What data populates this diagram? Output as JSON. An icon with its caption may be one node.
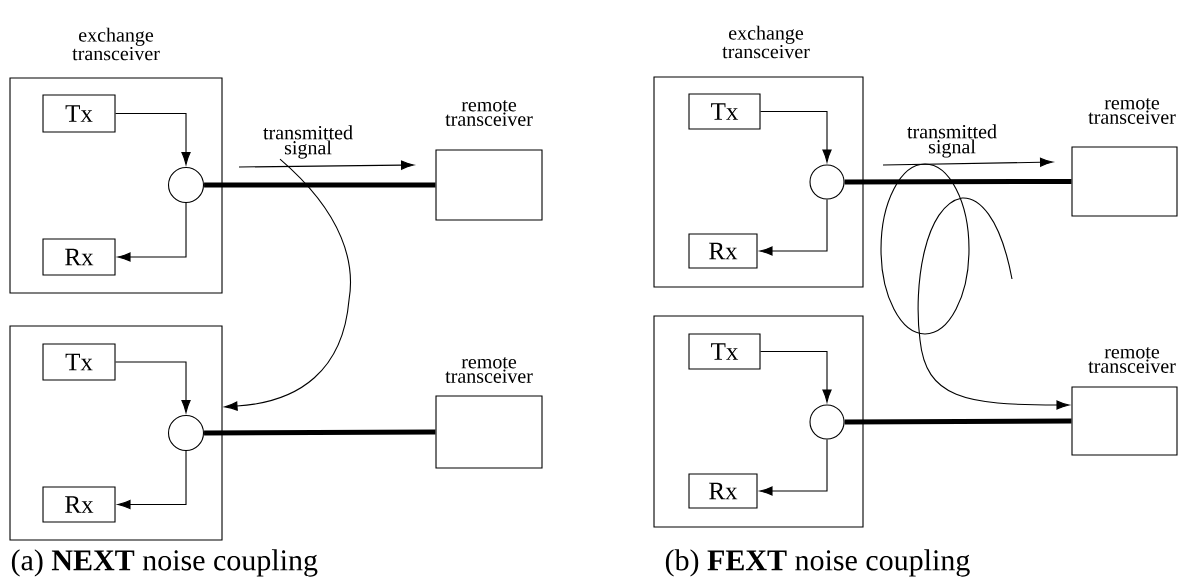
{
  "diagram": {
    "nodes": [
      {
        "text": [
          "exchange transceiver"
        ]
      },
      {
        "text": [
          "Tx"
        ],
        "in": 0
      },
      {
        "text": [],
        "shape": "circle",
        "in": 0
      },
      {
        "text": [
          "Rx"
        ],
        "in": 0
      },
      {
        "text": [
          "remote transceiver"
        ]
      },
      {
        "text": [],
        "shape": "box"
      },
      {
        "text": [
          "Tx"
        ],
        "in": 5
      },
      {
        "text": [],
        "shape": "circle",
        "in": 5
      },
      {
        "text": [
          "Rx"
        ],
        "in": 5
      },
      {
        "text": [
          "remote transceiver"
        ]
      },
      {
        "text": [
          "exchange transceiver"
        ]
      },
      {
        "text": [
          "Tx"
        ],
        "in": 10
      },
      {
        "text": [],
        "shape": "circle",
        "in": 10
      },
      {
        "text": [
          "Rx"
        ],
        "in": 10
      },
      {
        "text": [
          "remote transceiver"
        ]
      },
      {
        "text": [],
        "shape": "box"
      },
      {
        "text": [
          "Tx"
        ],
        "in": 15
      },
      {
        "text": [],
        "shape": "circle",
        "in": 15
      },
      {
        "text": [
          "Rx"
        ],
        "in": 15
      },
      {
        "text": [
          "remote transceiver"
        ]
      },
      {
        "text": [
          "transmitted signal"
        ]
      }
    ],
    "edges": [
      {
        "from": 1,
        "to": 2,
        "arrow": "to"
      },
      {
        "from": 2,
        "to": 3,
        "arrow": "to"
      },
      {
        "from": 2,
        "to": 4,
        "arrow": "none",
        "style": "thick"
      },
      {
        "from": 6,
        "to": 7,
        "arrow": "to"
      },
      {
        "from": 7,
        "to": 8,
        "arrow": "to"
      },
      {
        "from": 7,
        "to": 9,
        "arrow": "none",
        "style": "thick"
      },
      {
        "from": 11,
        "to": 12,
        "arrow": "to"
      },
      {
        "from": 12,
        "to": 13,
        "arrow": "to"
      },
      {
        "from": 12,
        "to": 14,
        "arrow": "none",
        "style": "thick"
      },
      {
        "from": 16,
        "to": 17,
        "arrow": "to"
      },
      {
        "from": 17,
        "to": 18,
        "arrow": "to"
      },
      {
        "from": 17,
        "to": 19,
        "arrow": "none",
        "style": "thick"
      },
      {
        "from": 20,
        "to": 5,
        "arrow": "to"
      },
      {
        "from": null,
        "to": 19,
        "arrow": "to"
      }
    ],
    "labels": [
      "transmitted signal",
      "(a) **NEXT** noise coupling",
      "(b) **FEXT** noise coupling"
    ]
  }
}
